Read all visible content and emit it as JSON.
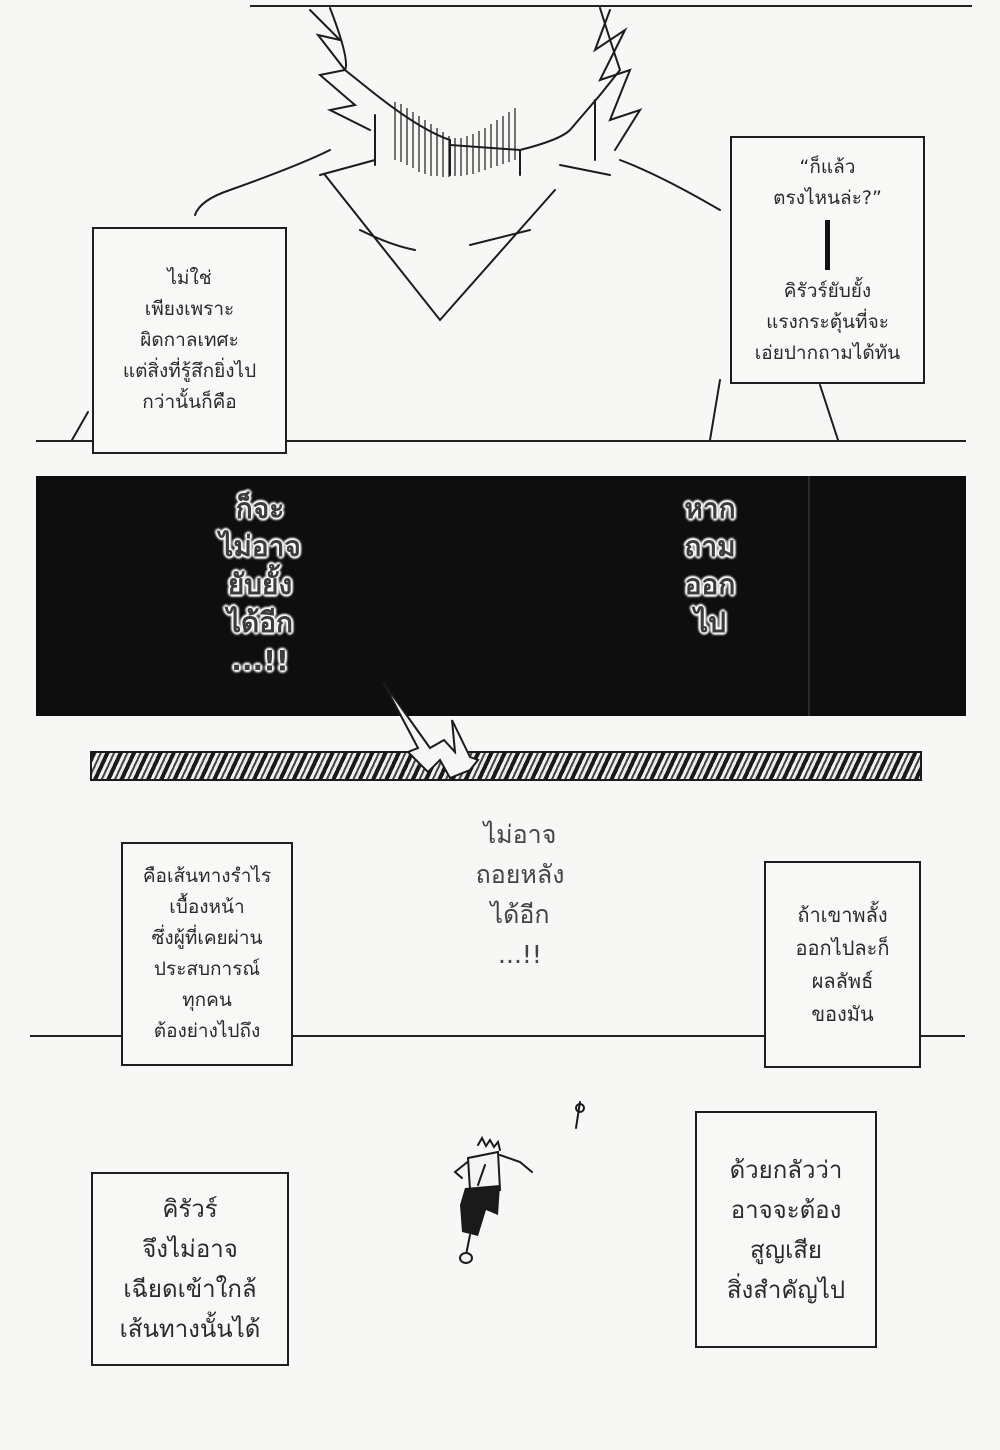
{
  "page": {
    "background": "#f7f7f5",
    "panels": [
      {
        "id": "top-panel",
        "description": "close-up of character neck and collar"
      },
      {
        "id": "black-panel",
        "description": "black background with outlined text"
      },
      {
        "id": "middle-panel",
        "description": "striped bar with lightning crack"
      },
      {
        "id": "bottom-panel",
        "description": "small figure running away"
      }
    ]
  },
  "captions": {
    "top_left": {
      "lines": [
        "ไม่ใช่",
        "เพียงเพราะ",
        "ผิดกาลเทศะ",
        "แต่สิ่งที่รู้สึกยิ่งไป",
        "กว่านั้นก็คือ"
      ]
    },
    "top_right": {
      "quote_lines": [
        "“ก็แล้ว",
        "ตรงไหนล่ะ?”"
      ],
      "lines": [
        "คิรัวร์ยับยั้ง",
        "แรงกระตุ้นที่จะ",
        "เอ่ยปากถามได้ทัน"
      ]
    },
    "middle_left": {
      "lines": [
        "คือเส้นทางรำไร",
        "เบื้องหน้า",
        "ซึ่งผู้ที่เคยผ่าน",
        "ประสบการณ์",
        "ทุกคน",
        "ต้องย่างไปถึง"
      ]
    },
    "middle_right": {
      "lines": [
        "ถ้าเขาพลั้ง",
        "ออกไปละก็",
        "ผลลัพธ์",
        "ของมัน"
      ]
    },
    "bottom_left": {
      "lines": [
        "คิรัวร์",
        "จึงไม่อาจ",
        "เฉียดเข้าใกล้",
        "เส้นทางนั้นได้"
      ]
    },
    "bottom_right": {
      "lines": [
        "ด้วยกลัวว่า",
        "อาจจะต้อง",
        "สูญเสีย",
        "สิ่งสำคัญไป"
      ]
    }
  },
  "black_panel_text": {
    "left": {
      "lines": [
        "ก็จะ",
        "ไม่อาจ",
        "ยับยั้ง",
        "ได้อีก",
        "...!!"
      ]
    },
    "right": {
      "lines": [
        "หาก",
        "ถาม",
        "ออก",
        "ไป"
      ]
    }
  },
  "free_text": {
    "center": {
      "lines": [
        "ไม่อาจ",
        "ถอยหลัง",
        "ได้อีก",
        "...!!"
      ]
    }
  }
}
